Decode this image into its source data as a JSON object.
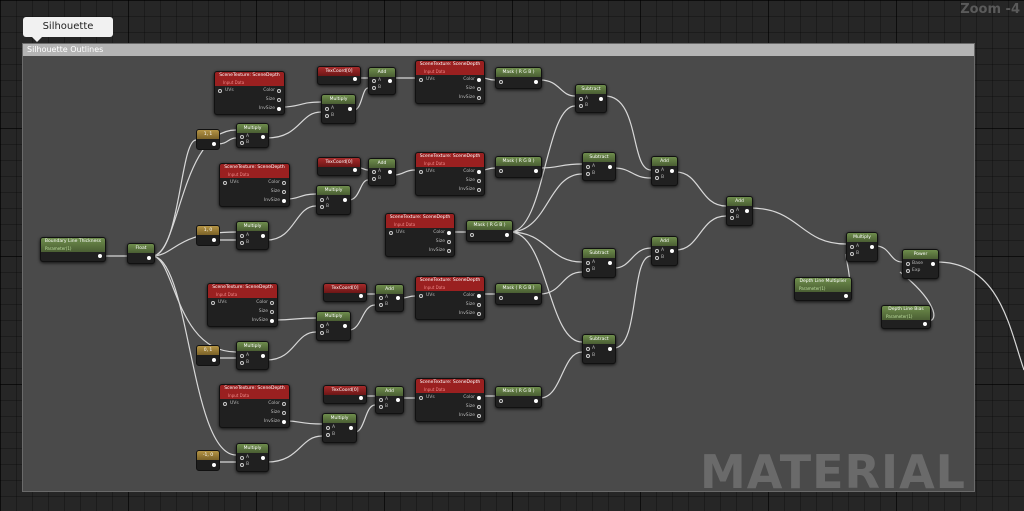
{
  "zoom": "Zoom -4",
  "tooltip": "Silhouette Outlines",
  "comment_title": "Silhouette Outlines",
  "watermark": "MATERIAL",
  "labels": {
    "scene_depth": "SceneTexture: SceneDepth",
    "input_data": "Input Data",
    "uvs": "UVs",
    "color": "Color",
    "size": "Size",
    "invsize": "InvSize",
    "multiply": "Multiply",
    "add": "Add",
    "subtract": "Subtract",
    "texcoord": "TexCoord[0]",
    "mask": "Mask ( R G B )",
    "a": "A",
    "b": "B",
    "float": "Float",
    "power": "Power",
    "base": "Base",
    "exp": "Exp",
    "parameter": "Parameter(1)"
  },
  "params": {
    "boundary": "Boundary Line Thickness",
    "depth_mult": "Depth Line Multiplier",
    "depth_bias": "Depth Line Bias"
  },
  "constants": [
    "1, 1",
    "1, 0",
    "0, 1",
    "-1, 0"
  ]
}
